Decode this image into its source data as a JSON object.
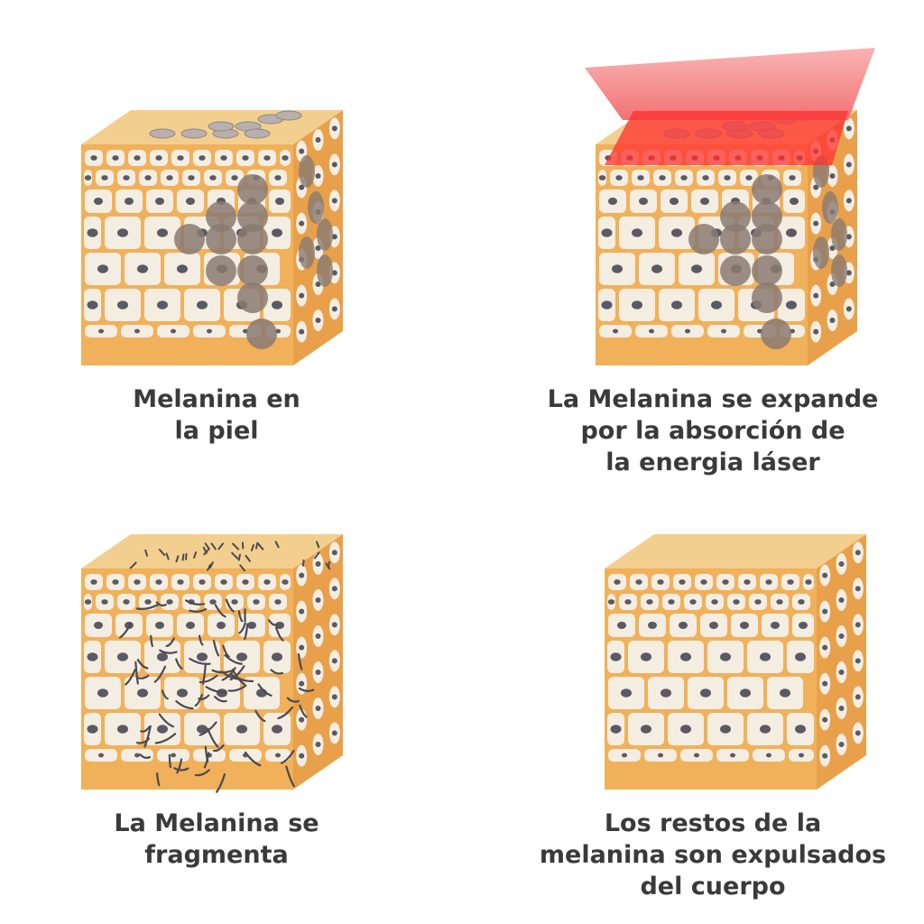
{
  "panels": [
    {
      "id": "melanin-in-skin",
      "caption_lines": [
        "Melanina en",
        "la piel"
      ],
      "state": "pigment-clusters"
    },
    {
      "id": "laser-absorption",
      "caption_lines": [
        "La Melanina se expande",
        "por la absorción de",
        "la energia láser"
      ],
      "state": "laser-beam"
    },
    {
      "id": "fragmentation",
      "caption_lines": [
        "La Melanina se",
        "fragmenta"
      ],
      "state": "fragments"
    },
    {
      "id": "expulsion",
      "caption_lines": [
        "Los restos de la",
        "melanina son expulsados",
        "del cuerpo"
      ],
      "state": "clean"
    }
  ],
  "colors": {
    "top_face": "#f3cf8f",
    "tissue": "#f0b15a",
    "cell": "#f4ede2",
    "nucleus": "#5a5a62",
    "pigment": "#8a7a72",
    "laser": "#f26a6a",
    "text": "#3a3a3a"
  }
}
